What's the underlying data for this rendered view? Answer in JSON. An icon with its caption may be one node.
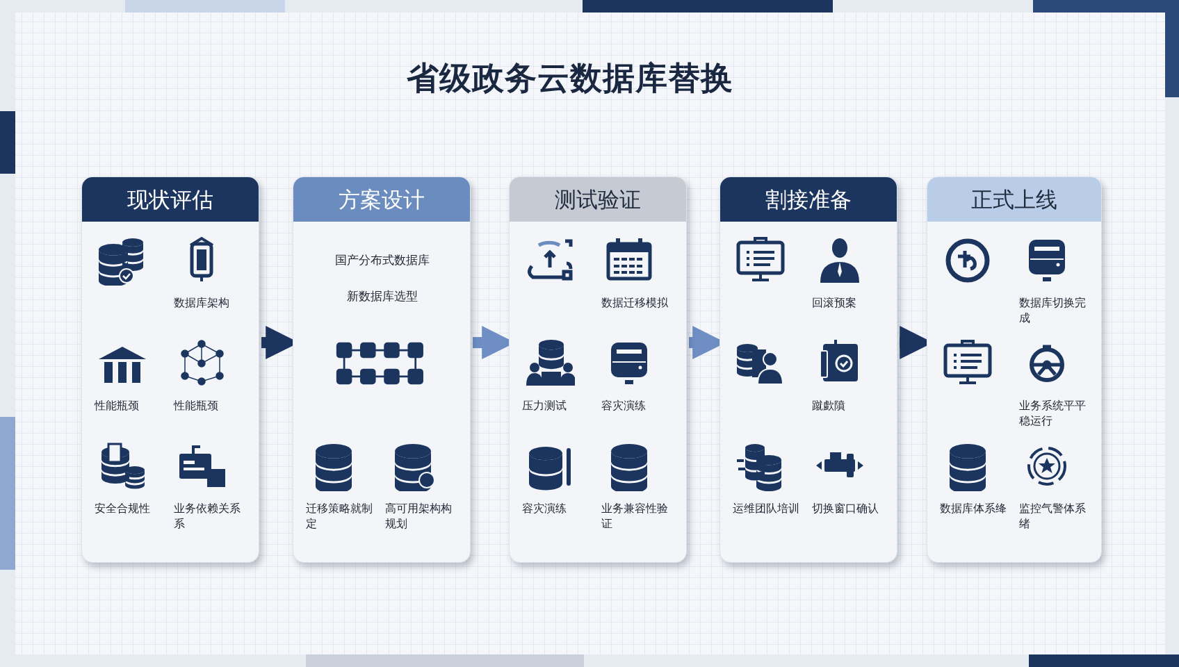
{
  "diagram": {
    "title": "省级政务云数据库替换",
    "nodes": [
      {
        "text": [
          "现状评估",
          "数据库架构",
          "性能瓶颈",
          "性能瓶颈",
          "安全合规性",
          "业务依赖关系系"
        ]
      },
      {
        "text": [
          "方案设计",
          "国产分布式数据库",
          "新数据库选型",
          "迁移策略就制定",
          "高可用架构构规划"
        ]
      },
      {
        "text": [
          "测试验证",
          "数据迁移模拟",
          "压力测试",
          "容灾演练",
          "容灾演练",
          "业务兼容性验证"
        ]
      },
      {
        "text": [
          "割接准备",
          "回滚预案",
          "蹴歔隫",
          "运维团队培训",
          "切换窗口确认"
        ]
      },
      {
        "text": [
          "正式上线",
          "数据库切换完成",
          "业务系统平平稳运行",
          "数据库体系绛",
          "监控气警体系绪"
        ]
      }
    ],
    "edges": [
      {
        "from": 0,
        "to": 1,
        "arrow": "to"
      },
      {
        "from": 1,
        "to": 2,
        "arrow": "to",
        "color": "#6f8fc4"
      },
      {
        "from": 2,
        "to": 3,
        "arrow": "to",
        "color": "#6f8fc4"
      },
      {
        "from": 3,
        "to": 4,
        "arrow": "to"
      }
    ]
  }
}
